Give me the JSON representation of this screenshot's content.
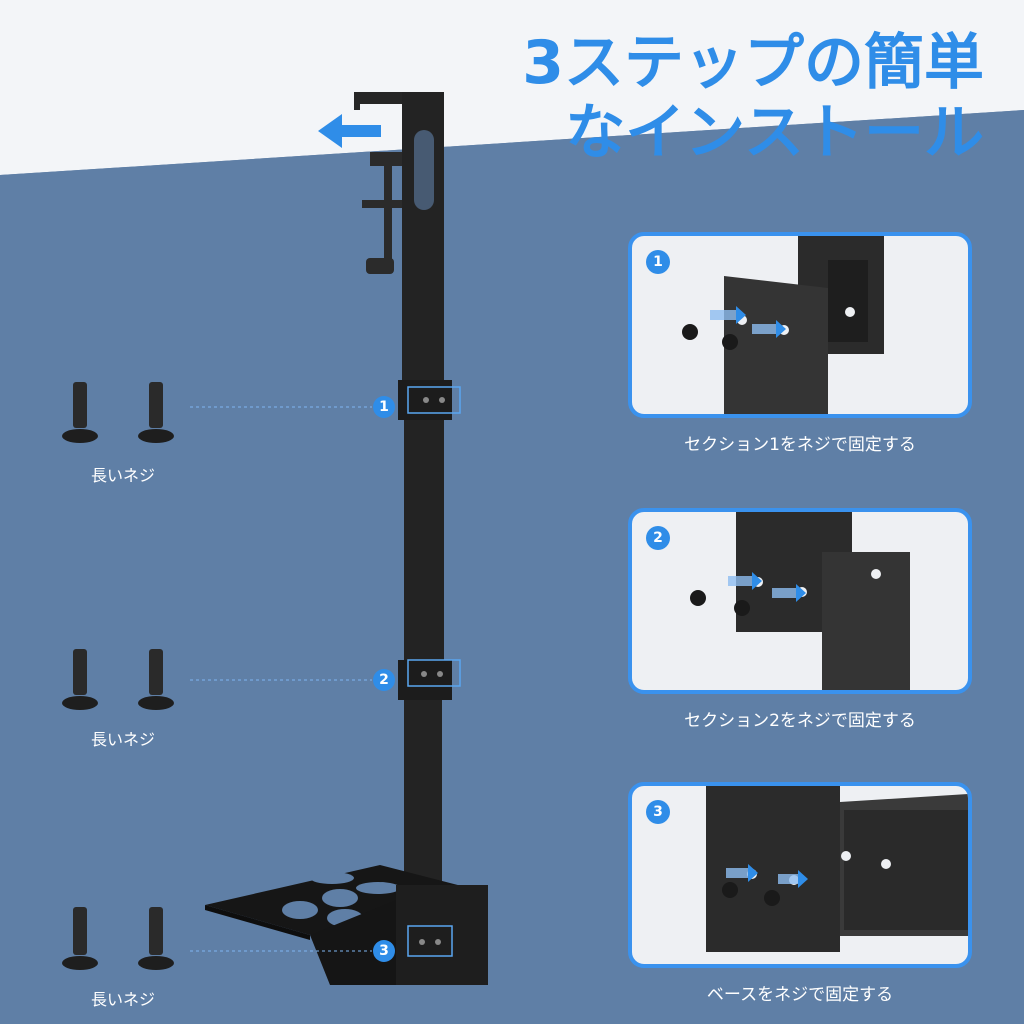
{
  "headline": {
    "line1": "3ステップの簡単",
    "line2": "なインストール"
  },
  "stand_markers": [
    {
      "number": "1"
    },
    {
      "number": "2"
    },
    {
      "number": "3"
    }
  ],
  "screw_groups": [
    {
      "label": "長いネジ"
    },
    {
      "label": "長いネジ"
    },
    {
      "label": "長いネジ"
    }
  ],
  "steps": [
    {
      "number": "1",
      "caption": "セクション1をネジで固定する"
    },
    {
      "number": "2",
      "caption": "セクション2をネジで固定する"
    },
    {
      "number": "3",
      "caption": "ベースをネジで固定する"
    }
  ],
  "colors": {
    "accent": "#2f8de8",
    "background": "#5f7fa6",
    "stand": "#1f1f1f"
  }
}
